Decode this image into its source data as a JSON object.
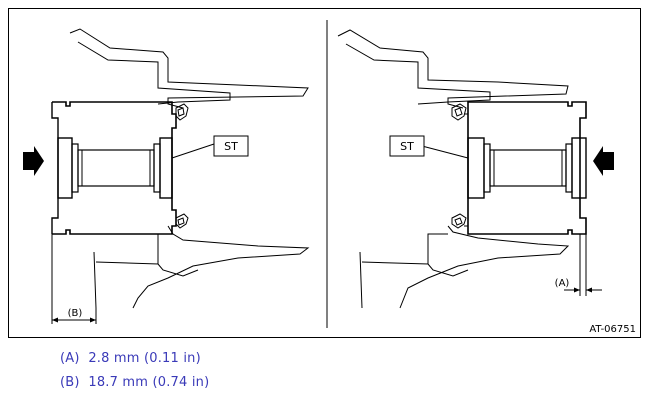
{
  "figure": {
    "st_label_left": "ST",
    "st_label_right": "ST",
    "dim_b_label": "(B)",
    "dim_a_label": "(A)",
    "figure_id": "AT-06751"
  },
  "legend": [
    {
      "key": "(A)",
      "value": "2.8 mm (0.11 in)"
    },
    {
      "key": "(B)",
      "value": "18.7 mm (0.74 in)"
    }
  ],
  "colors": {
    "line": "#000000",
    "legend_text": "#3a3ab8"
  }
}
